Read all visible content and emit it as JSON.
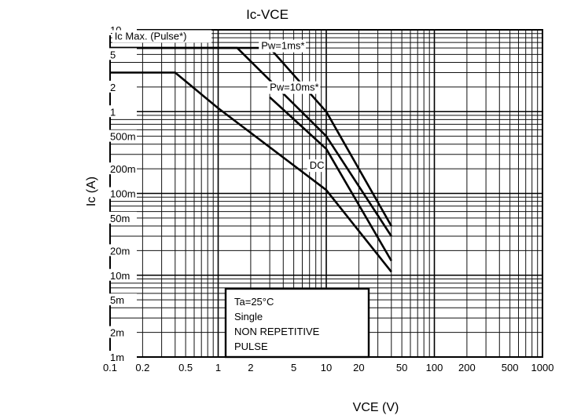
{
  "chart_data": {
    "type": "line",
    "title": "Ic-VCE",
    "xlabel": "VCE (V)",
    "ylabel": "Ic (A)",
    "x_scale": "log",
    "y_scale": "log",
    "xlim": [
      0.1,
      1000
    ],
    "ylim": [
      0.001,
      10
    ],
    "grid": true,
    "x_ticks": [
      {
        "value": 0.1,
        "label": "0.1"
      },
      {
        "value": 0.2,
        "label": "0.2"
      },
      {
        "value": 0.5,
        "label": "0.5"
      },
      {
        "value": 1,
        "label": "1"
      },
      {
        "value": 2,
        "label": "2"
      },
      {
        "value": 5,
        "label": "5"
      },
      {
        "value": 10,
        "label": "10"
      },
      {
        "value": 20,
        "label": "20"
      },
      {
        "value": 50,
        "label": "50"
      },
      {
        "value": 100,
        "label": "100"
      },
      {
        "value": 200,
        "label": "200"
      },
      {
        "value": 500,
        "label": "500"
      },
      {
        "value": 1000,
        "label": "1000"
      }
    ],
    "y_ticks": [
      {
        "value": 10,
        "label": "10"
      },
      {
        "value": 5,
        "label": "5"
      },
      {
        "value": 2,
        "label": "2"
      },
      {
        "value": 1,
        "label": "1"
      },
      {
        "value": 0.5,
        "label": "500m"
      },
      {
        "value": 0.2,
        "label": "200m"
      },
      {
        "value": 0.1,
        "label": "100m"
      },
      {
        "value": 0.05,
        "label": "50m"
      },
      {
        "value": 0.02,
        "label": "20m"
      },
      {
        "value": 0.01,
        "label": "10m"
      },
      {
        "value": 0.005,
        "label": "5m"
      },
      {
        "value": 0.002,
        "label": "2m"
      },
      {
        "value": 0.001,
        "label": "1m"
      }
    ],
    "series": [
      {
        "x": [
          0.1,
          0.4,
          1.0,
          10,
          40
        ],
        "y": [
          3,
          3,
          1.1,
          0.11,
          0.011
        ]
      },
      {
        "x": [
          0.1,
          1.5,
          10,
          40
        ],
        "y": [
          6,
          6,
          0.5,
          0.03
        ]
      },
      {
        "x": [
          0.1,
          3,
          10,
          40
        ],
        "y": [
          6,
          6,
          1.0,
          0.04
        ]
      },
      {
        "x": [
          3,
          10,
          40
        ],
        "y": [
          1.5,
          0.35,
          0.015
        ]
      }
    ],
    "annotations": [
      {
        "text": "Ic Max. (Pulse*)",
        "x": 0.11,
        "y": 7.6
      },
      {
        "text": "Pw=1ms*",
        "x": 2.5,
        "y": 5.8
      },
      {
        "text": "Pw=10ms*",
        "x": 3.0,
        "y": 1.8
      },
      {
        "text": "DC",
        "x": 7.0,
        "y": 0.2
      }
    ],
    "note_lines": [
      "Ta=25°C",
      "Single",
      "NON REPETITIVE",
      "PULSE"
    ]
  }
}
